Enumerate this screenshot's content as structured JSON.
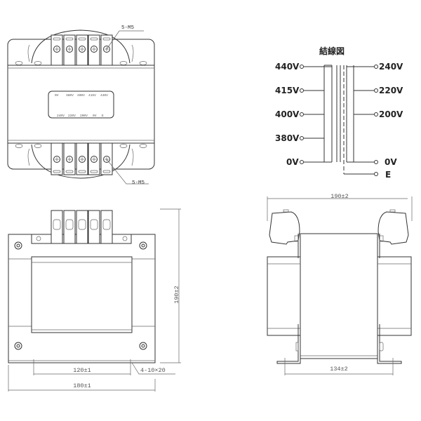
{
  "top_view": {
    "callout_top": "5-M5",
    "callout_bottom": "5-M5",
    "nameplate_top": [
      "0V",
      "380V",
      "400V",
      "415V",
      "440V"
    ],
    "nameplate_bottom": [
      "240V",
      "220V",
      "200V",
      "0V",
      "E"
    ]
  },
  "wiring_diagram": {
    "title": "結線図",
    "primary_taps": [
      "440V",
      "415V",
      "400V",
      "380V",
      "0V"
    ],
    "secondary_taps": [
      "240V",
      "220V",
      "200V",
      "0V"
    ],
    "earth": "E"
  },
  "front_view": {
    "height_dim": "190±2",
    "hole_pitch_dim": "120±1",
    "hole_spec": "4-10×20",
    "width_dim": "180±1"
  },
  "side_view": {
    "width_dim": "190±2",
    "base_pitch_dim": "134±2"
  }
}
